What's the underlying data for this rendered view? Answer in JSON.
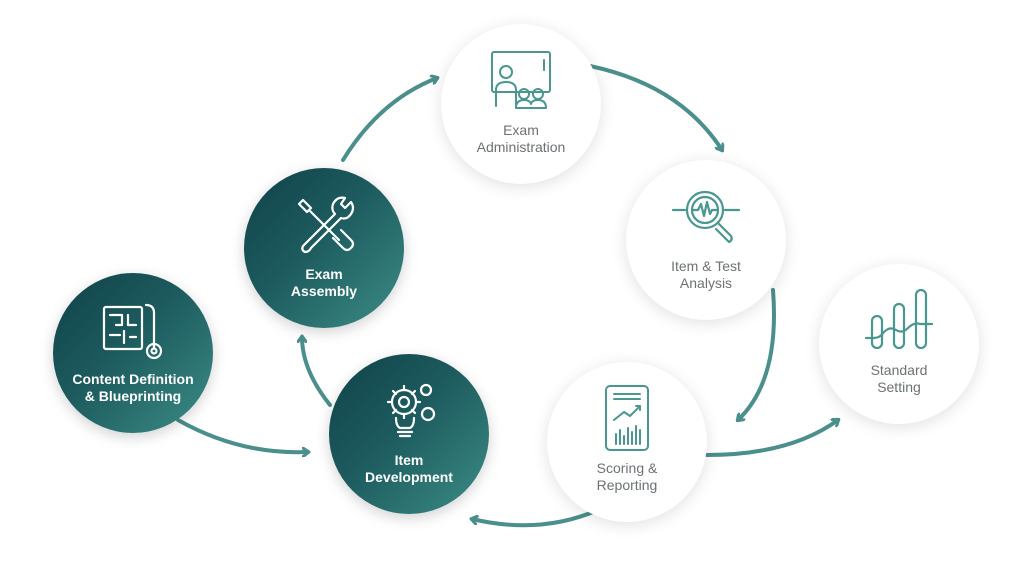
{
  "colors": {
    "arrow": "#4a8f8b",
    "dark_start": "#0f4248",
    "dark_end": "#3c8d86",
    "light_text": "#6d7275",
    "icon_light": "#4a9690"
  },
  "nodes": {
    "content_definition": {
      "line1": "Content Definition",
      "line2": "& Blueprinting",
      "icon": "blueprint-icon"
    },
    "item_development": {
      "line1": "Item",
      "line2": "Development",
      "icon": "gears-lightbulb-icon"
    },
    "exam_assembly": {
      "line1": "Exam",
      "line2": "Assembly",
      "icon": "tools-icon"
    },
    "exam_administration": {
      "line1": "Exam",
      "line2": "Administration",
      "icon": "classroom-icon"
    },
    "item_test_analysis": {
      "line1": "Item & Test",
      "line2": "Analysis",
      "icon": "magnifier-waveform-icon"
    },
    "standard_setting": {
      "line1": "Standard",
      "line2": "Setting",
      "icon": "bar-threshold-icon"
    },
    "scoring_reporting": {
      "line1": "Scoring &",
      "line2": "Reporting",
      "icon": "report-chart-icon"
    }
  }
}
